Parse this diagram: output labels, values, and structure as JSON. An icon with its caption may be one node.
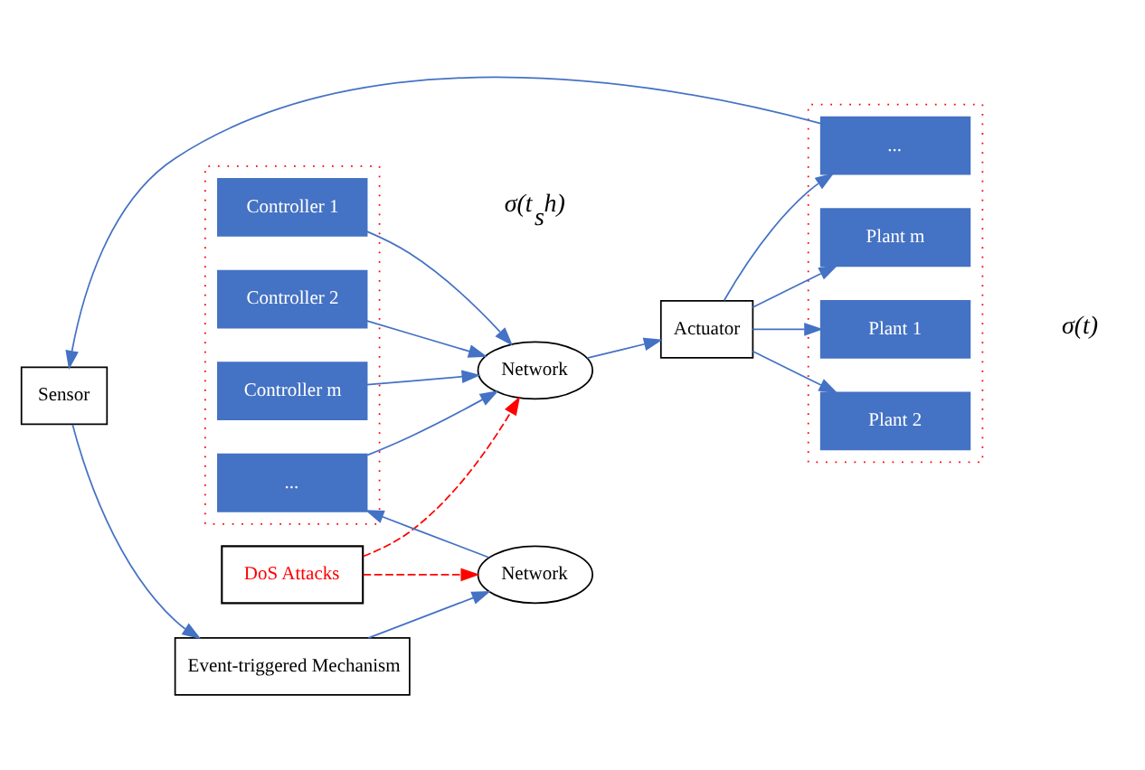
{
  "diagram": {
    "nodes": [
      {
        "text": [],
        "shape": "box"
      },
      {
        "text": [
          "Plant 1"
        ],
        "in": 0
      },
      {
        "text": [
          "Plant 2"
        ],
        "in": 0
      },
      {
        "text": [
          "..."
        ],
        "in": 0
      },
      {
        "text": [
          "Plant m"
        ],
        "in": 0
      },
      {
        "text": [
          "Actuator"
        ]
      },
      {
        "text": [
          "Sensor"
        ]
      },
      {
        "text": [
          "Event-triggered Mechanism"
        ]
      },
      {
        "text": [
          "Network"
        ]
      },
      {
        "text": [
          "DoS Attacks"
        ]
      },
      {
        "text": [
          "Network"
        ]
      },
      {
        "text": [],
        "shape": "box"
      },
      {
        "text": [
          "Controller 1"
        ],
        "in": 11
      },
      {
        "text": [
          "Controller 2"
        ],
        "in": 11
      },
      {
        "text": [
          "..."
        ],
        "in": 11
      },
      {
        "text": [
          "Controller m"
        ],
        "in": 11
      }
    ],
    "edges": [
      {
        "from": 5,
        "to": 1,
        "arrow": "to"
      },
      {
        "from": 5,
        "to": 2,
        "arrow": "to"
      },
      {
        "from": 5,
        "to": 3,
        "arrow": "to"
      },
      {
        "from": 5,
        "to": 4,
        "arrow": "to"
      },
      {
        "from": 3,
        "to": 6,
        "arrow": "to"
      },
      {
        "from": 6,
        "to": 7,
        "arrow": "to"
      },
      {
        "from": 7,
        "to": 10,
        "arrow": "to"
      },
      {
        "from": 10,
        "to": 14,
        "arrow": "to"
      },
      {
        "from": 12,
        "to": 8,
        "arrow": "to"
      },
      {
        "from": 13,
        "to": 8,
        "arrow": "to"
      },
      {
        "from": 14,
        "to": 8,
        "arrow": "to"
      },
      {
        "from": 15,
        "to": 8,
        "arrow": "to"
      },
      {
        "from": 8,
        "to": 5,
        "arrow": "to"
      },
      {
        "from": 9,
        "to": 8,
        "arrow": "to",
        "style": "dashed",
        "color": "#ff0000"
      },
      {
        "from": 9,
        "to": 10,
        "arrow": "to",
        "style": "dashed",
        "color": "#ff0000"
      }
    ],
    "labels": [
      "σ(t)",
      "σ(t$_{s}$h)"
    ]
  }
}
